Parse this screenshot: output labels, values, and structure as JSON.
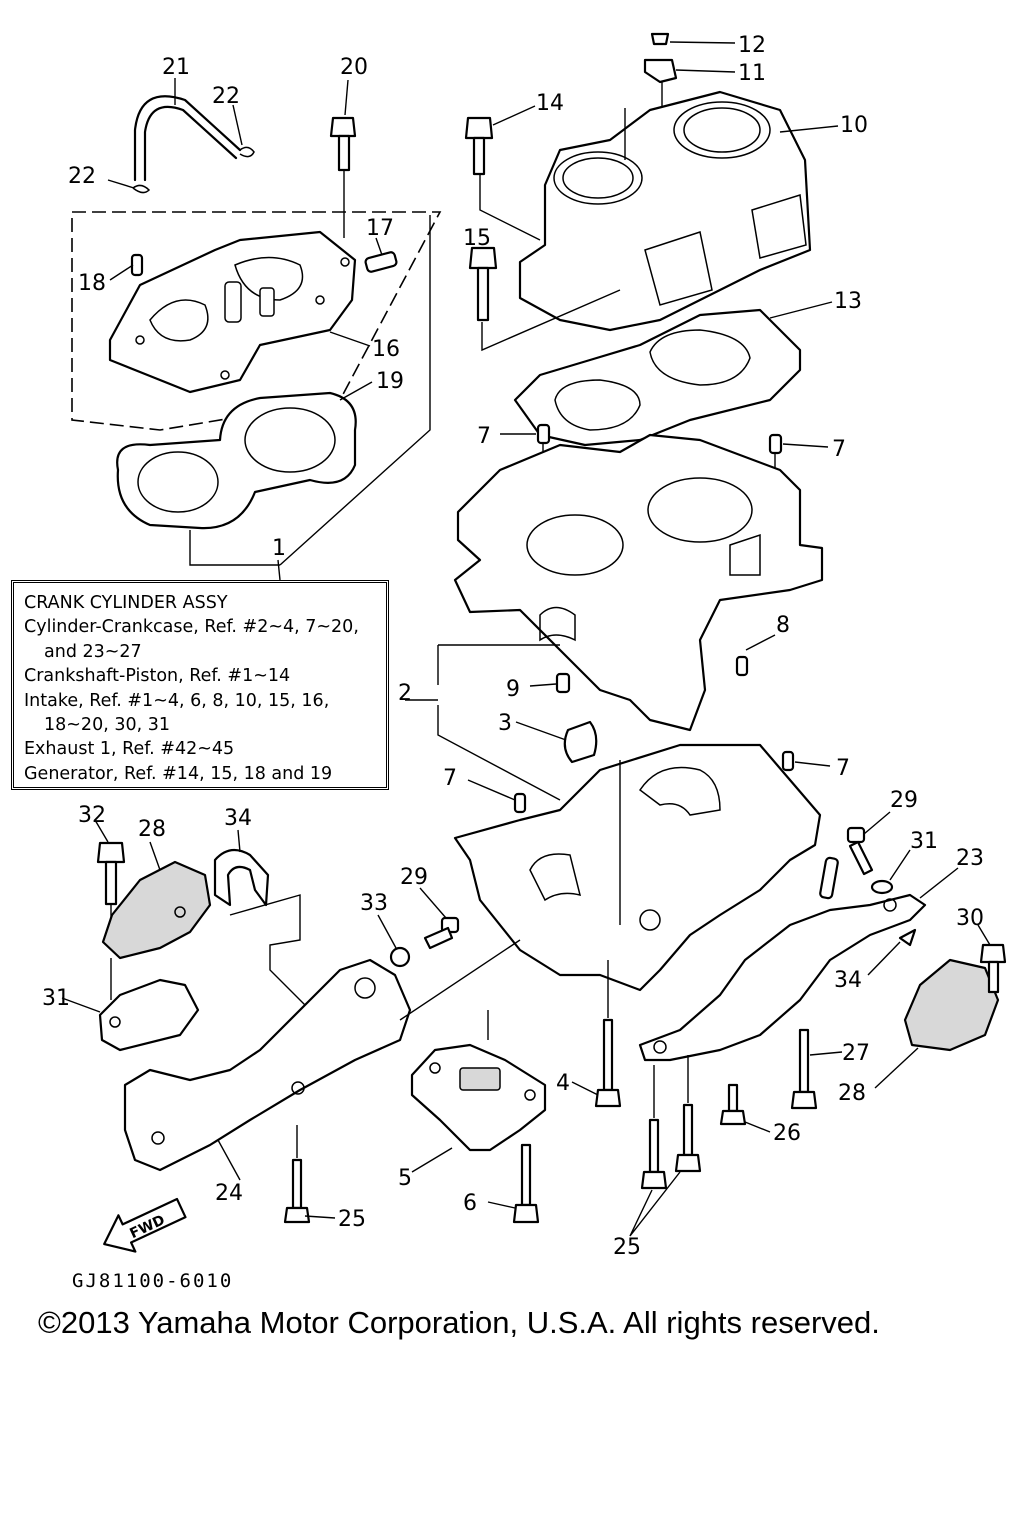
{
  "callouts": {
    "c1": "1",
    "c2": "2",
    "c3": "3",
    "c4": "4",
    "c5": "5",
    "c6": "6",
    "c7a": "7",
    "c7b": "7",
    "c7c": "7",
    "c7d": "7",
    "c8": "8",
    "c9": "9",
    "c10": "10",
    "c11": "11",
    "c12": "12",
    "c13": "13",
    "c14": "14",
    "c15": "15",
    "c16": "16",
    "c17": "17",
    "c18": "18",
    "c19": "19",
    "c20": "20",
    "c21": "21",
    "c22a": "22",
    "c22b": "22",
    "c23": "23",
    "c24": "24",
    "c25a": "25",
    "c25b": "25",
    "c26": "26",
    "c27": "27",
    "c28a": "28",
    "c28b": "28",
    "c29a": "29",
    "c29b": "29",
    "c30": "30",
    "c31a": "31",
    "c31b": "31",
    "c32": "32",
    "c33": "33",
    "c34a": "34",
    "c34b": "34"
  },
  "fwd_label": "FWD",
  "info_box": {
    "title": "CRANK CYLINDER ASSY",
    "lines": [
      "Cylinder-Crankcase, Ref. #2~4, 7~20,",
      "and 23~27",
      "Crankshaft-Piston, Ref. #1~14",
      "Intake, Ref. #1~4, 6, 8, 10, 15, 16,",
      "18~20, 30, 31",
      "Exhaust 1, Ref. #42~45",
      "Generator, Ref. #14, 15, 18 and 19"
    ]
  },
  "drawing_code": "GJ81100-6010",
  "copyright": "©2013 Yamaha Motor Corporation, U.S.A. All rights reserved."
}
